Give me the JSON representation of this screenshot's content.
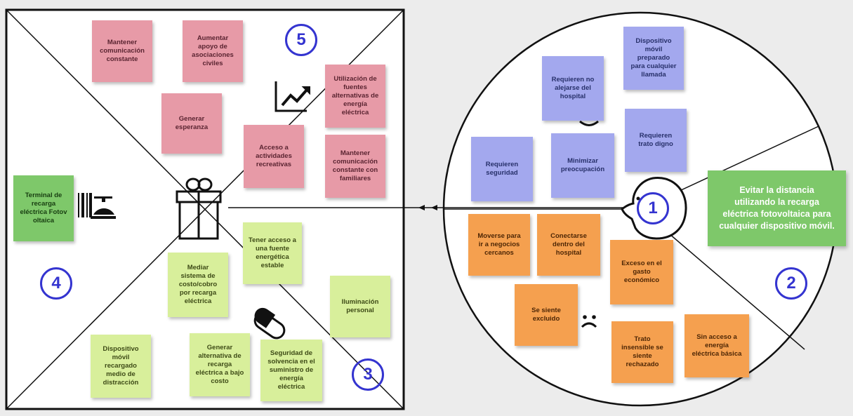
{
  "numbers": {
    "n1": "1",
    "n2": "2",
    "n3": "3",
    "n4": "4",
    "n5": "5"
  },
  "notes": {
    "gains": [
      "Mantener\ncomunicación\nconstante",
      "Aumentar\napoyo de\nasociaciones\nciviles",
      "Generar\nesperanza",
      "Acceso a\nactividades\nrecreativas",
      "Utilización de\nfuentes\nalternativas de\nenergía\neléctrica",
      "Mantener\ncomunicación\nconstante con\nfamiliares"
    ],
    "product": "Terminal de\nrecarga\neléctrica Fotov\noltaica",
    "gain_creators": [
      "Tener acceso a\nuna fuente\nenergética\nestable",
      "Mediar\nsistema de\ncosto/cobro\npor recarga\neléctrica",
      "Iluminación\npersonal",
      "Dispositivo\nmóvil\nrecargado\nmedio de\ndistracción",
      "Generar\nalternativa de\nrecarga\neléctrica a bajo\ncosto",
      "Seguridad de\nsolvencia en el\nsuministro de\nenergía\neléctrica"
    ],
    "customer_jobs": [
      "Dispositivo\nmóvil\npreparado\npara cualquier\nllamada",
      "Requieren no\nalejarse del\nhospital",
      "Requieren\ntrato digno",
      "Requieren\nseguridad",
      "Minimizar\npreocupación"
    ],
    "pains": [
      "Moverse para\nir a negocios\ncercanos",
      "Conectarse\ndentro del\nhospital",
      "Exceso en el\ngasto\neconómico",
      "Se siente\nexcluido",
      "Trato\ninsensible se\nsiente\nrechazado",
      "Sin acceso a\nenergía\neléctrica básica"
    ],
    "value_proposition": "Evitar la distancia\nutilizando la recarga\neléctrica fotovoltaica para\ncualquier dispositivo móvil."
  },
  "icons": [
    "gift-icon",
    "growth-chart-icon",
    "barcode-bell-icon",
    "pill-icon",
    "smiley-icon",
    "sad-face-icon",
    "face-profile-icon"
  ]
}
